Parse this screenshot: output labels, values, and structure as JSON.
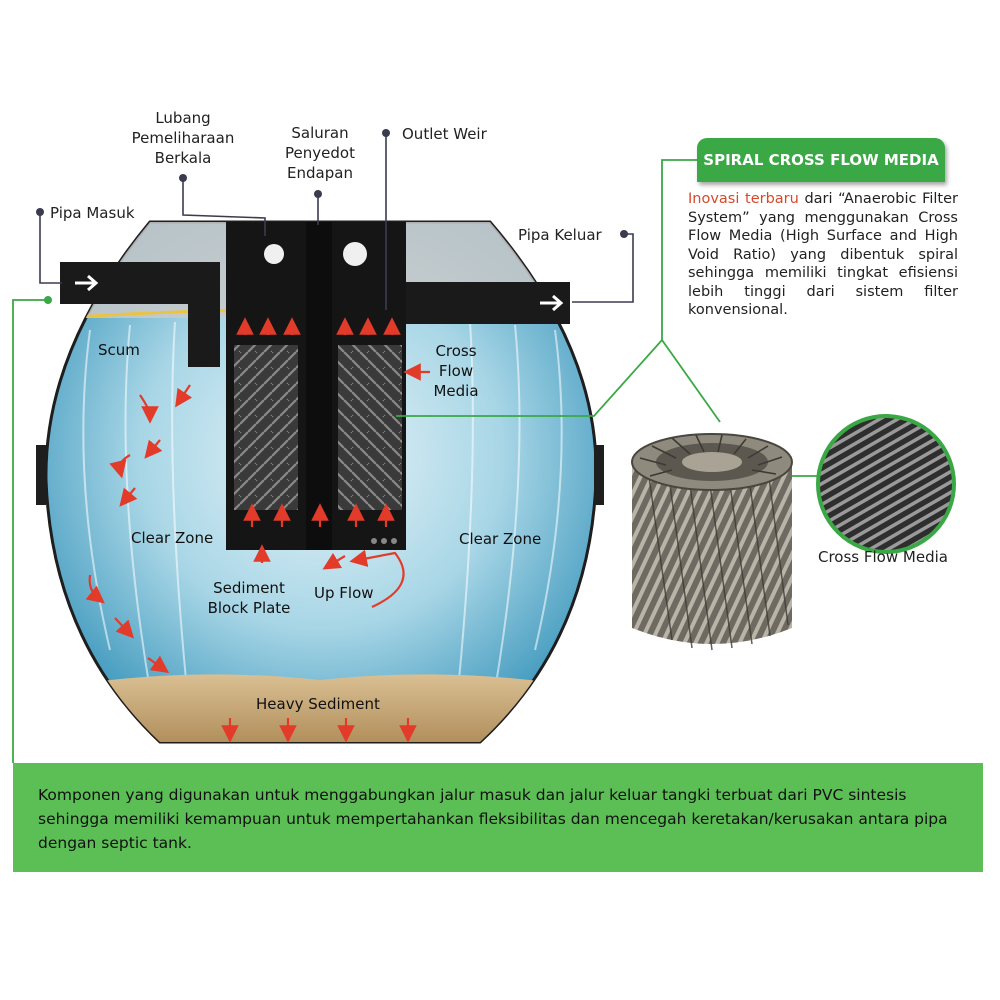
{
  "labels": {
    "lubang": [
      "Lubang",
      "Pemeliharaan",
      "Berkala"
    ],
    "saluran": [
      "Saluran",
      "Penyedot",
      "Endapan"
    ],
    "outlet_weir": "Outlet Weir",
    "pipa_masuk": "Pipa Masuk",
    "pipa_keluar": "Pipa Keluar",
    "scum": "Scum",
    "cross_flow_media": [
      "Cross",
      "Flow",
      "Media"
    ],
    "clear_zone_left": "Clear Zone",
    "clear_zone_right": "Clear Zone",
    "sediment_block_plate": [
      "Sediment",
      "Block Plate"
    ],
    "up_flow": "Up Flow",
    "heavy_sediment": "Heavy Sediment"
  },
  "panel": {
    "title": "SPIRAL CROSS FLOW MEDIA",
    "highlight": "Inovasi terbaru",
    "description": "dari “Anaerobic Filter System” yang menggunakan Cross Flow Media (High Surface and High Void Ratio) yang dibentuk spiral sehingga memiliki tingkat efisiensi lebih tinggi dari sistem filter konvensional."
  },
  "media_caption": "Cross Flow Media",
  "bottom_note": "Komponen yang digunakan untuk menggabungkan jalur masuk dan jalur keluar tangki terbuat dari PVC sintesis sehingga memiliki kemampuan untuk mempertahankan fleksibilitas dan mencegah keretakan/kerusakan antara pipa dengan septic tank.",
  "colors": {
    "accent_green": "#3aa845",
    "bottom_green": "#5cbf55",
    "water_blue": "#5fb4d2",
    "sediment_tan": "#c9a878",
    "arrow_red": "#e23b2a",
    "highlight_orange": "#d44a2a"
  },
  "icons": {
    "inlet_arrow": "right-arrow-icon",
    "outlet_arrow": "right-arrow-icon"
  }
}
